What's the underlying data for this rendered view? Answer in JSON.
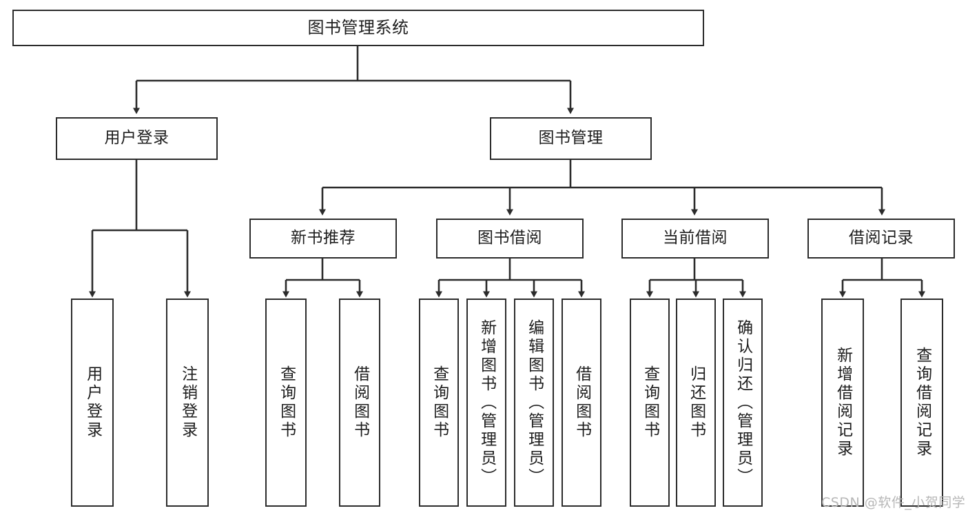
{
  "diagram": {
    "type": "tree",
    "title": "图书管理系统",
    "watermark": "CSDN @软件_小贺同学",
    "colors": {
      "stroke": "#2b2b2b",
      "fill": "#ffffff",
      "text": "#1d1d1d",
      "watermark": "#b7b7b7"
    },
    "nodes": {
      "root": {
        "label": "图书管理系统"
      },
      "level2": [
        {
          "id": "user-login",
          "label": "用户登录"
        },
        {
          "id": "book-manage",
          "label": "图书管理"
        }
      ],
      "level3": [
        {
          "id": "new-book-rec",
          "label": "新书推荐"
        },
        {
          "id": "book-borrow",
          "label": "图书借阅"
        },
        {
          "id": "current-borrow",
          "label": "当前借阅"
        },
        {
          "id": "borrow-record",
          "label": "借阅记录"
        }
      ],
      "leaves": [
        {
          "id": "leaf-user-login",
          "label": "用户登录"
        },
        {
          "id": "leaf-user-logout",
          "label": "注销登录"
        },
        {
          "id": "leaf-query-book-1",
          "label": "查询图书"
        },
        {
          "id": "leaf-borrow-book-1",
          "label": "借阅图书"
        },
        {
          "id": "leaf-query-book-2",
          "label": "查询图书"
        },
        {
          "id": "leaf-add-book",
          "label": "新增图书（管理员）"
        },
        {
          "id": "leaf-edit-book",
          "label": "编辑图书（管理员）"
        },
        {
          "id": "leaf-borrow-book-2",
          "label": "借阅图书"
        },
        {
          "id": "leaf-query-book-3",
          "label": "查询图书"
        },
        {
          "id": "leaf-return-book",
          "label": "归还图书"
        },
        {
          "id": "leaf-confirm-return",
          "label": "确认归还（管理员）"
        },
        {
          "id": "leaf-add-record",
          "label": "新增借阅记录"
        },
        {
          "id": "leaf-query-record",
          "label": "查询借阅记录"
        }
      ]
    }
  }
}
